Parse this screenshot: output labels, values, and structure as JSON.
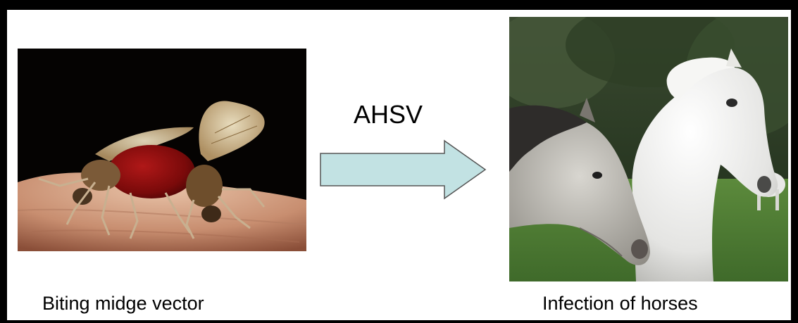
{
  "left_panel": {
    "photo": "biting-midge-photo",
    "caption": "Biting midge vector"
  },
  "transmission": {
    "label": "AHSV",
    "arrow_color": "#c2e2e3",
    "arrow_outline": "#555555"
  },
  "right_panel": {
    "photo": "white-horses-photo",
    "caption": "Infection of horses"
  }
}
